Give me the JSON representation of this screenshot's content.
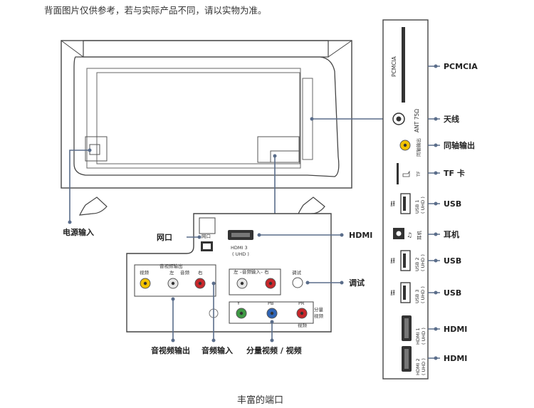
{
  "header_note": "背面图片仅供参考，若与实际产品不同，请以实物为准。",
  "caption": "丰富的端口",
  "left_labels": {
    "power_in": "电源输入",
    "network": "网口",
    "hdmi": "HDMI",
    "debug": "调试",
    "av_out": "音视频输出",
    "audio_in": "音频输入",
    "component": "分量视频 / 视频"
  },
  "left_panel": {
    "net_port": "网口",
    "hdmi3_line1": "HDMI 3",
    "hdmi3_line2": "( UHD )",
    "av_out_group": "音视频输出",
    "av_video": "视频",
    "av_left": "左",
    "av_audio": "音频",
    "av_right": "右",
    "audio_in_group": "左 –音频输入– 右",
    "debug_port": "调试",
    "comp_y": "Y",
    "comp_pb": "PB",
    "comp_pr": "PR",
    "comp_label_1": "分量",
    "comp_label_2": "视频",
    "comp_video": "视频"
  },
  "side_panel": {
    "pcmcia": "PCMCIA",
    "ant": "ANT 75Ω",
    "coax": "同轴输出",
    "tf": "TF",
    "usb1_line1": "USB 1",
    "usb1_line2": "( UHD )",
    "earphone": "耳机",
    "usb2_line1": "USB 2",
    "usb2_line2": "( UHD )",
    "usb3_line1": "USB 3",
    "usb3_line2": "( UHD )",
    "hdmi1_line1": "HDMI 1",
    "hdmi1_line2": "( UHD )",
    "hdmi2_line1": "HDMI 2",
    "hdmi2_line2": "( UHD )"
  },
  "right_labels": {
    "pcmcia": "PCMCIA",
    "antenna": "天线",
    "coax": "同轴输出",
    "tf": "TF 卡",
    "usb_a": "USB",
    "earphone": "耳机",
    "usb_b": "USB",
    "usb_c": "USB",
    "hdmi_a": "HDMI",
    "hdmi_b": "HDMI"
  },
  "colors": {
    "leader": "#5a6d8a",
    "jack_yellow": "#f2c200",
    "jack_white": "#e6e6e6",
    "jack_red": "#c7272b",
    "jack_green": "#3f9a45",
    "jack_blue": "#2f64b4",
    "outline": "#444444"
  }
}
